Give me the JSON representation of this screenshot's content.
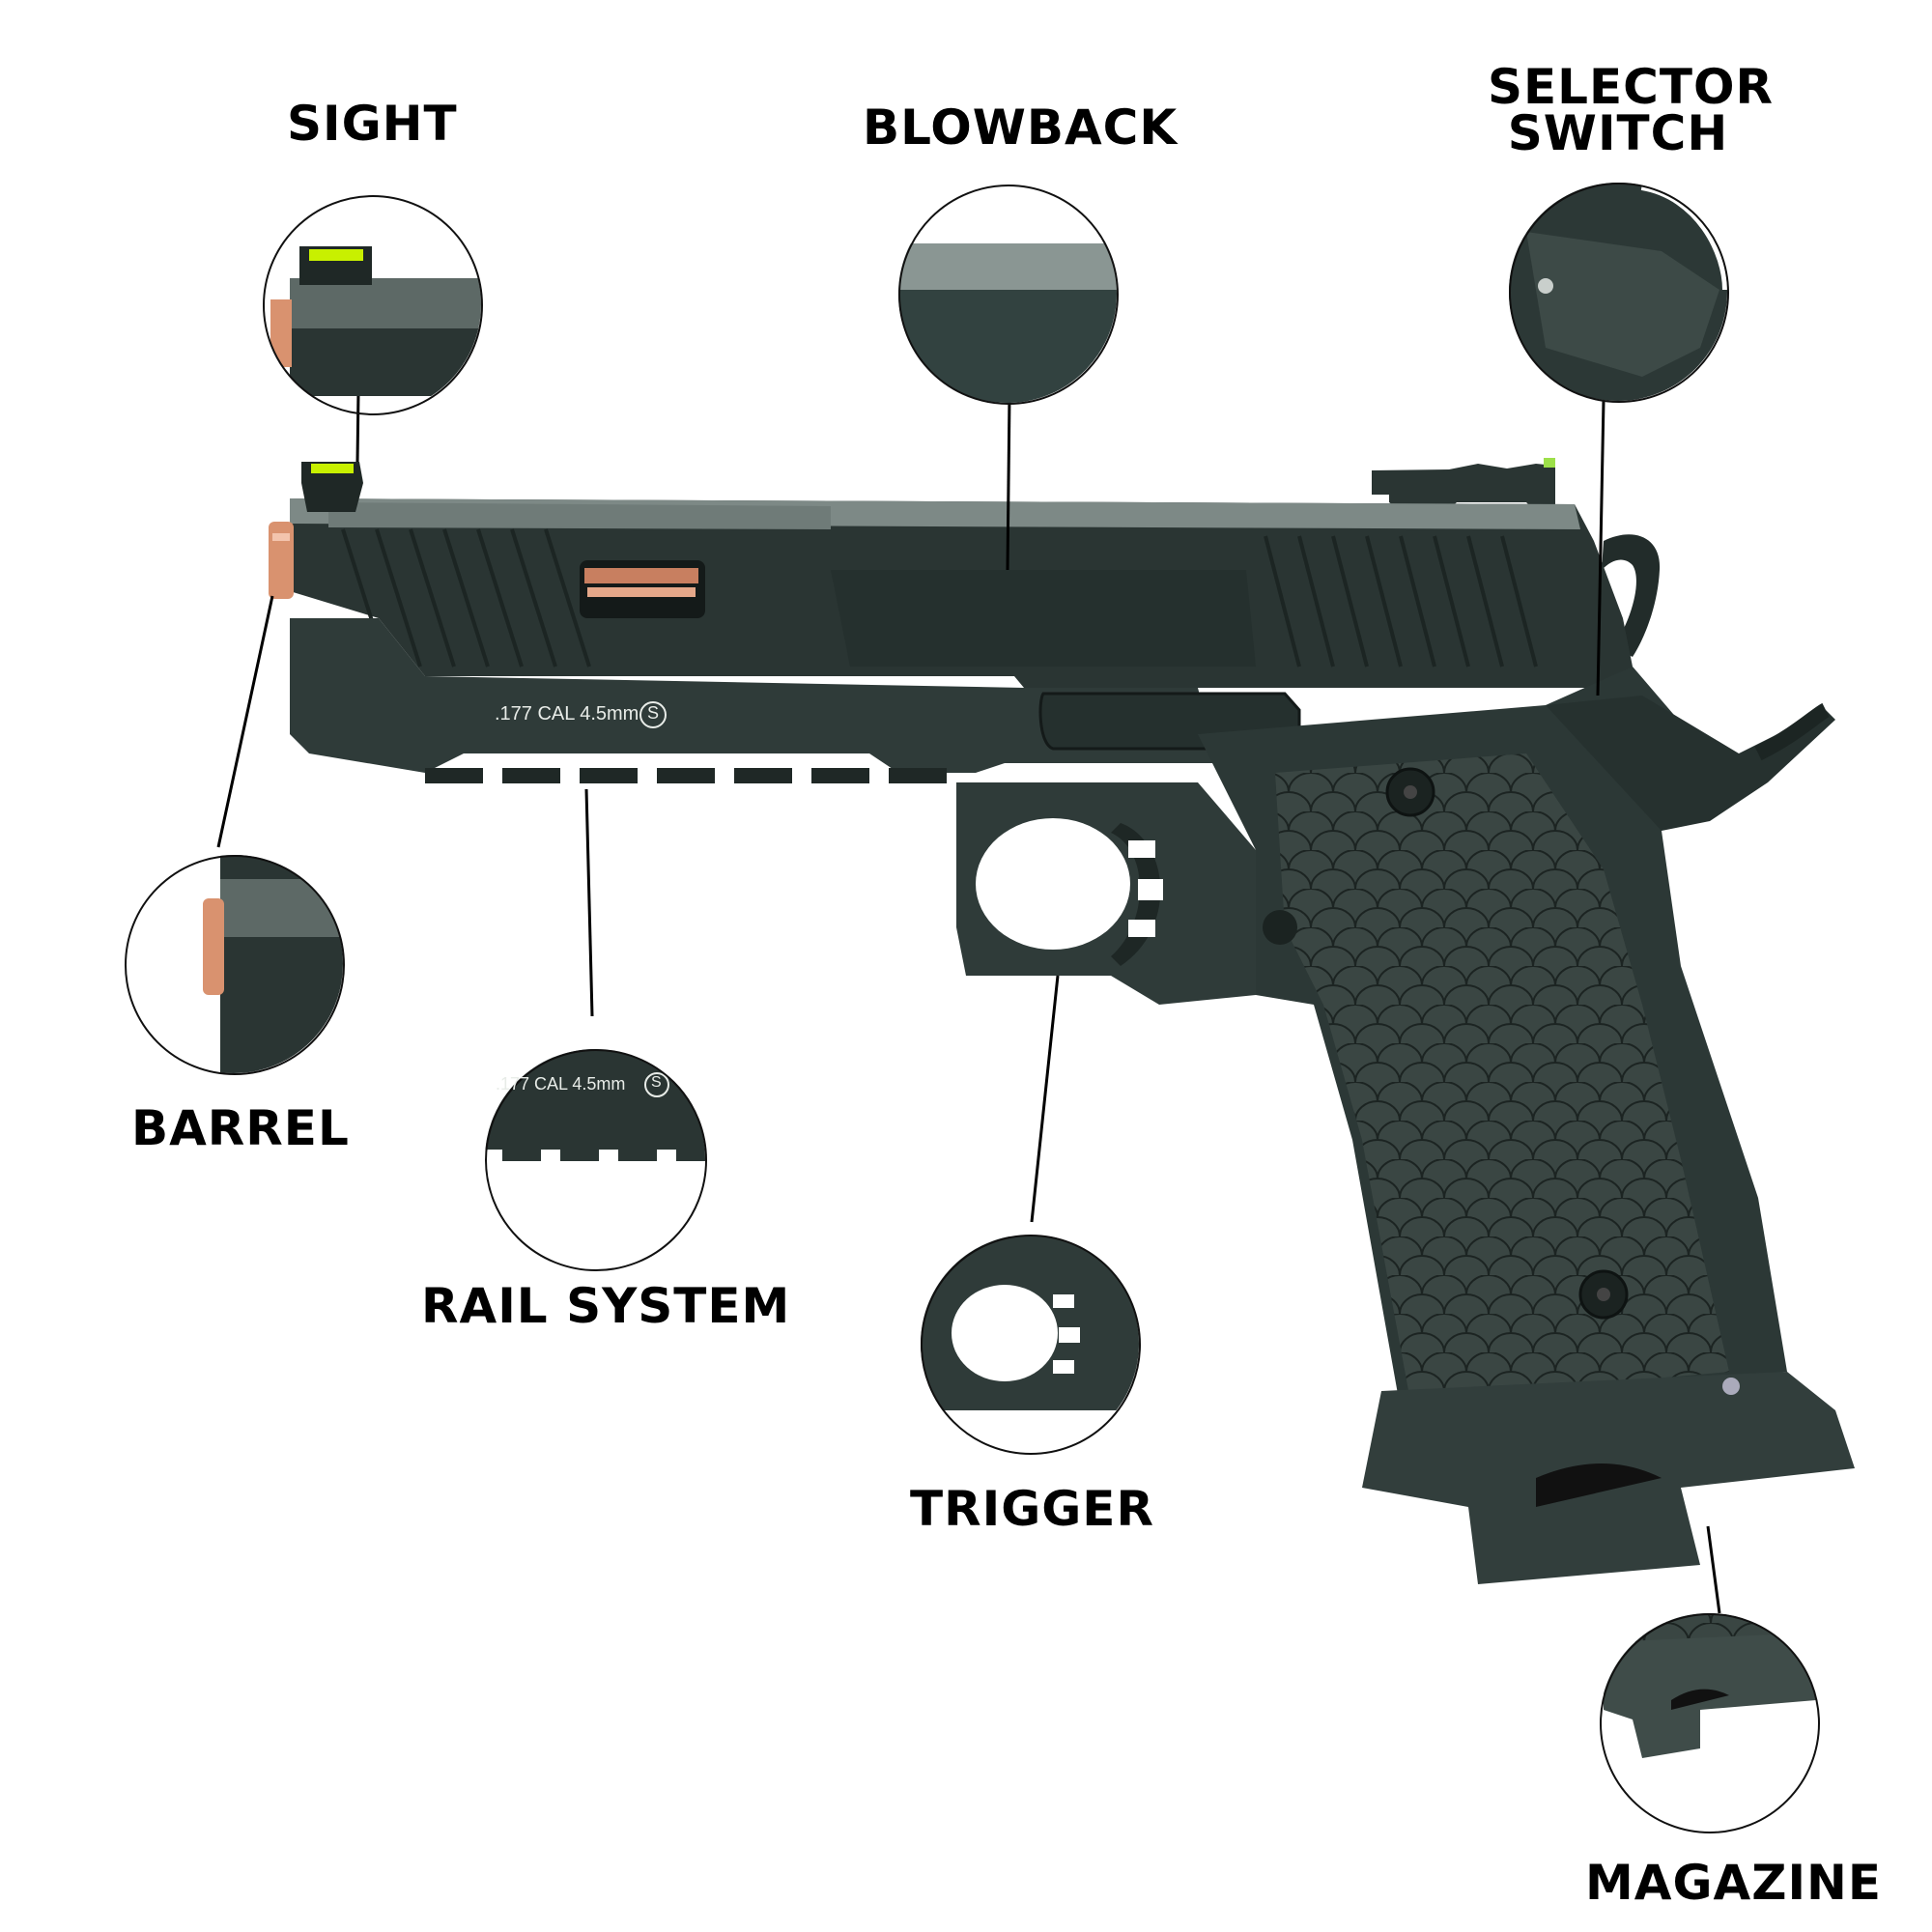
{
  "diagram": {
    "subject": "Airsoft pistol (2011-style) parts callout",
    "colors": {
      "body": "#2e3a38",
      "body_light": "#56625f",
      "slide_top": "#7d8986",
      "barrel_copper": "#d9926f",
      "fiber_optic": "#c8f000",
      "line": "#000000",
      "background": "#ffffff"
    },
    "engraving": ".177 CAL 4.5mm",
    "engraving_mark": "S",
    "callouts": [
      {
        "id": "sight",
        "label": "SIGHT"
      },
      {
        "id": "blowback",
        "label": "BLOWBACK"
      },
      {
        "id": "selector",
        "label_line1": "SELECTOR",
        "label_line2": "SWITCH"
      },
      {
        "id": "barrel",
        "label": "BARREL"
      },
      {
        "id": "rail",
        "label": "RAIL SYSTEM"
      },
      {
        "id": "trigger",
        "label": "TRIGGER"
      },
      {
        "id": "magazine",
        "label": "MAGAZINE"
      }
    ]
  }
}
